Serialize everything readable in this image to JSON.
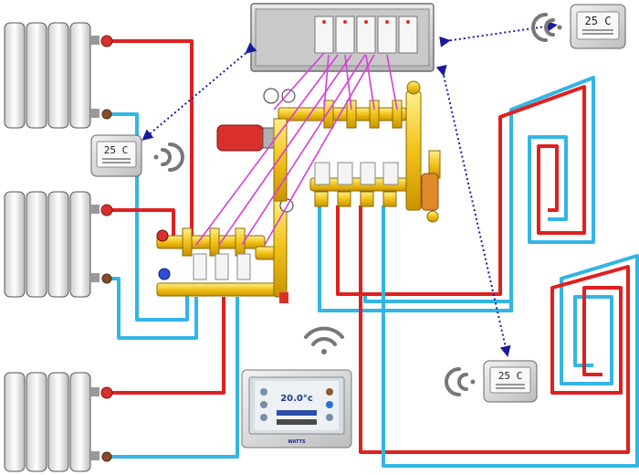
{
  "thermostats": {
    "top_right": {
      "reading": "25 C"
    },
    "left": {
      "reading": "25 C"
    },
    "bottom_right": {
      "reading": "25 C"
    }
  },
  "touch_panel": {
    "temperature": "20.0°c",
    "brand": "WATTS"
  },
  "colors": {
    "supply": "#e02020",
    "return": "#33b5e5",
    "signal": "#d63fd6",
    "wireless_link": "#1a1aa0",
    "brass": "#f2c21a",
    "pump": "#d9302c"
  }
}
